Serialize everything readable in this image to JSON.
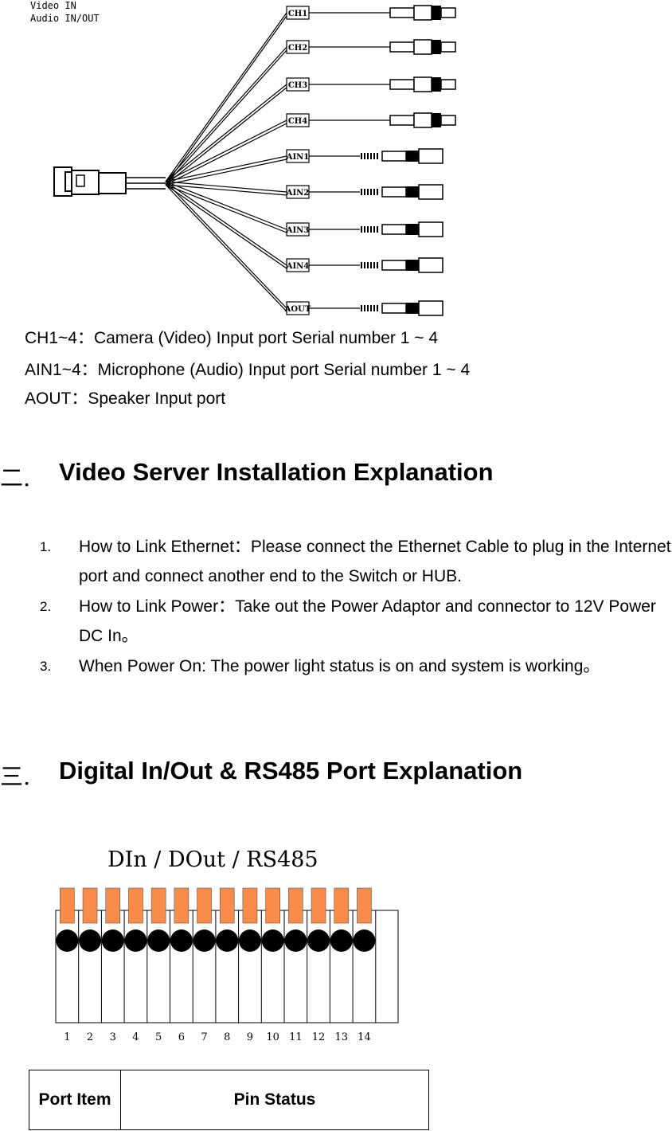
{
  "cable_figure": {
    "header_lines": [
      "Video IN",
      "Audio IN/OUT"
    ],
    "connector_labels": [
      "CH1",
      "CH2",
      "CH3",
      "CH4",
      "AIN1",
      "AIN2",
      "AIN3",
      "AIN4",
      "AOUT"
    ]
  },
  "legend": [
    "CH1~4：Camera (Video) Input port Serial number 1 ~ 4",
    "AIN1~4：Microphone (Audio) Input port Serial number 1 ~ 4",
    "AOUT：Speaker Input port"
  ],
  "section2": {
    "number": "二.",
    "title": "Video Server Installation Explanation",
    "items": [
      {
        "num": "1.",
        "text": "How to Link Ethernet：Please connect the Ethernet Cable to plug in the Internet port and connect another end to the Switch or HUB."
      },
      {
        "num": "2.",
        "text": "How to Link Power：Take out the Power Adaptor and connector to 12V Power DC In。"
      },
      {
        "num": "3.",
        "text": "When Power On: The power light status is on and system is working。"
      }
    ]
  },
  "section3": {
    "number": "三.",
    "title": "Digital In/Out & RS485 Port Explanation"
  },
  "terminal_figure": {
    "title": "DIn / DOut / RS485",
    "pin_numbers": [
      "1",
      "2",
      "3",
      "4",
      "5",
      "6",
      "7",
      "8",
      "9",
      "10",
      "11",
      "12",
      "13",
      "14"
    ],
    "pin_color": "#f98c4a"
  },
  "pin_table": {
    "headers": [
      "Port Item",
      "Pin Status"
    ]
  }
}
